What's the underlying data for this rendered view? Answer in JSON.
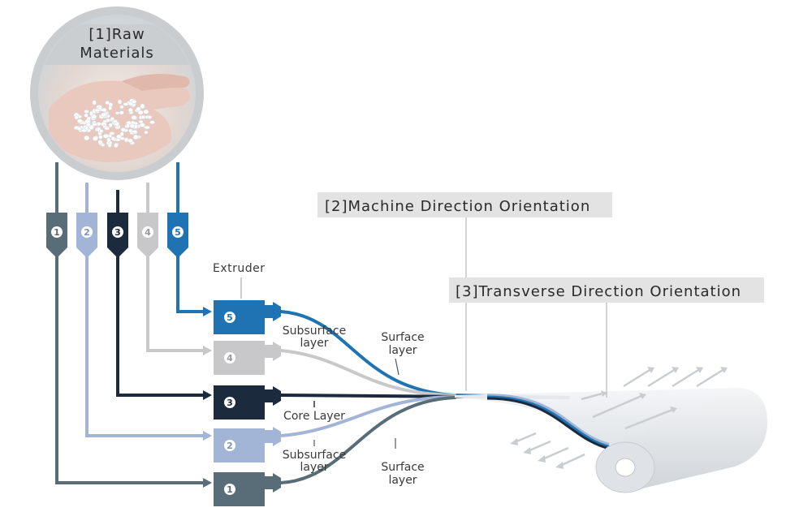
{
  "raw_materials": {
    "line1": "[1]Raw",
    "line2": "Materials"
  },
  "mdo_label": "[2]Machine Direction Orientation",
  "tdo_label": "[3]Transverse Direction Orientation",
  "extruder_label": "Extruder",
  "feeds": [
    {
      "number": "1",
      "color": "#596d79"
    },
    {
      "number": "2",
      "color": "#a3b5d6"
    },
    {
      "number": "3",
      "color": "#1b2a3d"
    },
    {
      "number": "4",
      "color": "#c8c8ca"
    },
    {
      "number": "5",
      "color": "#1f73b3"
    }
  ],
  "layer_labels": {
    "subsurface_top": [
      "Subsurface",
      "layer"
    ],
    "surface_top": [
      "Surface",
      "layer"
    ],
    "core": "Core Layer",
    "subsurface_bottom": [
      "Subsurface",
      "layer"
    ],
    "surface_bottom": [
      "Surface",
      "layer"
    ]
  },
  "colors": {
    "label_box": "#e3e3e3",
    "film": "#e8ebee",
    "roller": "#dfe2e6",
    "arrow": "#c9ccd0"
  }
}
